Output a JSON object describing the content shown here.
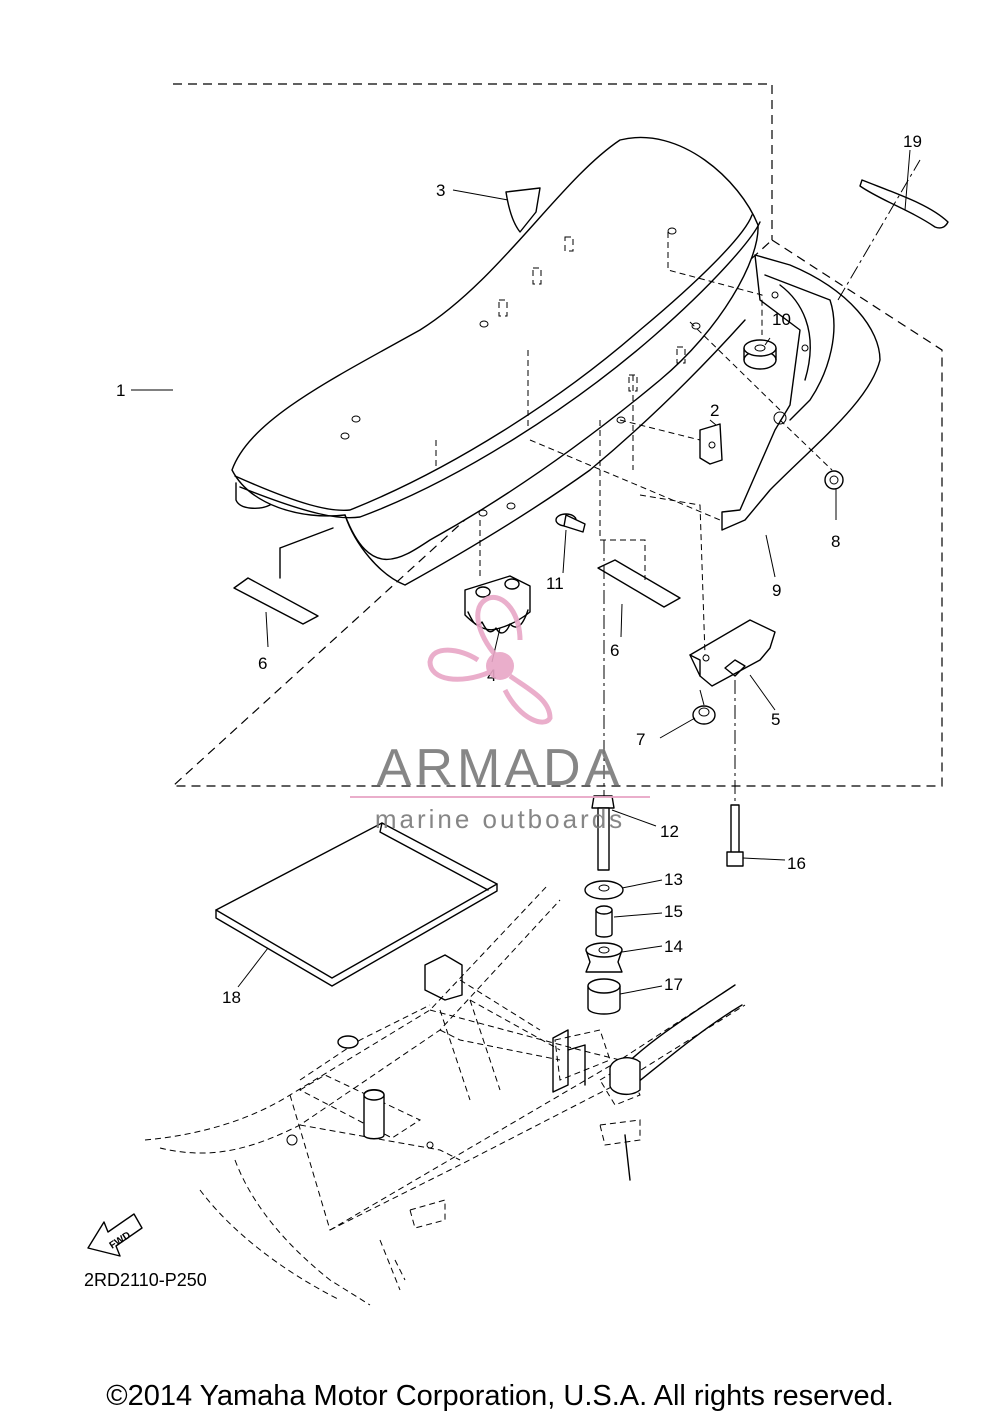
{
  "diagram": {
    "code": "2RD2110-P250",
    "fwd_label": "FWD",
    "callouts": [
      "1",
      "2",
      "3",
      "4",
      "5",
      "6",
      "6",
      "7",
      "8",
      "9",
      "10",
      "11",
      "12",
      "13",
      "14",
      "15",
      "16",
      "17",
      "18",
      "19"
    ]
  },
  "watermark": {
    "brand": "ARMADA",
    "tagline": "marine outboards",
    "colors": {
      "logo": "#e8a6c6",
      "text": "#7a7a7a",
      "underline": "#e8a6c6"
    }
  },
  "footer": {
    "copyright": "©2014 Yamaha Motor Corporation, U.S.A. All rights reserved."
  }
}
